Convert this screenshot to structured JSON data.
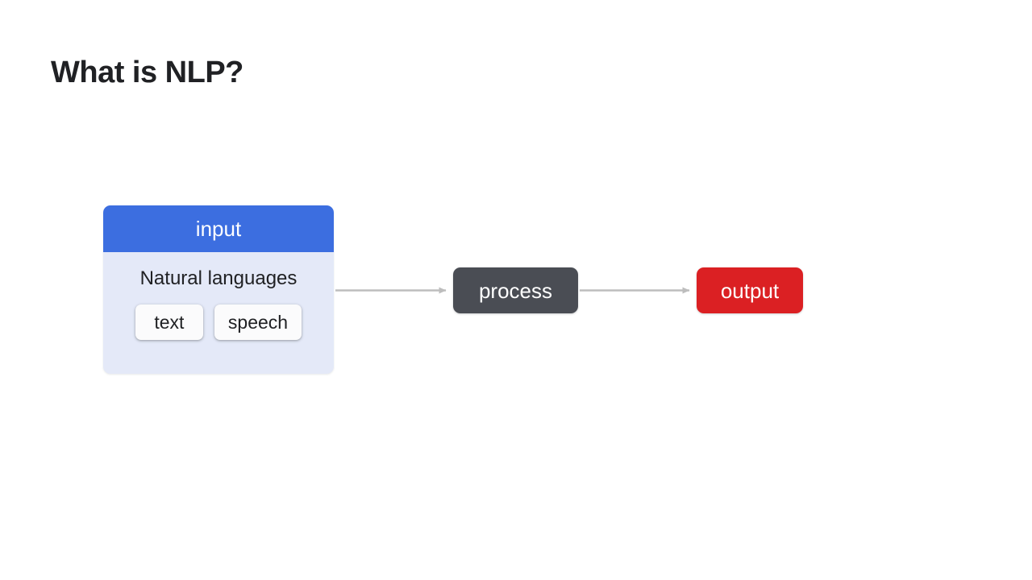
{
  "slide": {
    "title": "What is NLP?",
    "background_color": "#ffffff"
  },
  "diagram": {
    "type": "flow",
    "nodes": [
      {
        "id": "input",
        "header_label": "input",
        "header_color": "#3c6ee0",
        "body_color": "#e4e9f8",
        "subtitle": "Natural languages",
        "chips": [
          {
            "label": "text"
          },
          {
            "label": "speech"
          }
        ]
      },
      {
        "id": "process",
        "label": "process",
        "color": "#4a4d54"
      },
      {
        "id": "output",
        "label": "output",
        "color": "#db2023"
      }
    ],
    "edges": [
      {
        "from": "input",
        "to": "process",
        "arrow_color": "#bdbdbd"
      },
      {
        "from": "process",
        "to": "output",
        "arrow_color": "#bdbdbd"
      }
    ]
  }
}
